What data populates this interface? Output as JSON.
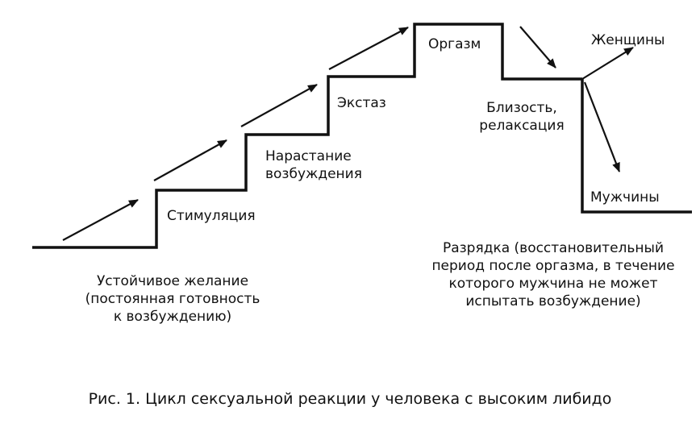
{
  "colors": {
    "ink": "#111111",
    "background": "#ffffff"
  },
  "stages": {
    "stimulation": "Стимуляция",
    "arousal_line1": "Нарастание",
    "arousal_line2": "возбуждения",
    "ecstasy": "Экстаз",
    "orgasm": "Оргазм",
    "intimacy_line1": "Близость,",
    "intimacy_line2": "релаксация",
    "women": "Женщины",
    "men": "Мужчины"
  },
  "notes": {
    "desire_line1": "Устойчивое желание",
    "desire_line2": "(постоянная готовность",
    "desire_line3": "к возбуждению)",
    "refractory_line1": "Разрядка (восстановительный",
    "refractory_line2": "период после оргазма, в течение",
    "refractory_line3": "которого мужчина не может",
    "refractory_line4": "испытать возбуждение)"
  },
  "caption": "Рис. 1. Цикл сексуальной реакции у человека с высоким либидо"
}
